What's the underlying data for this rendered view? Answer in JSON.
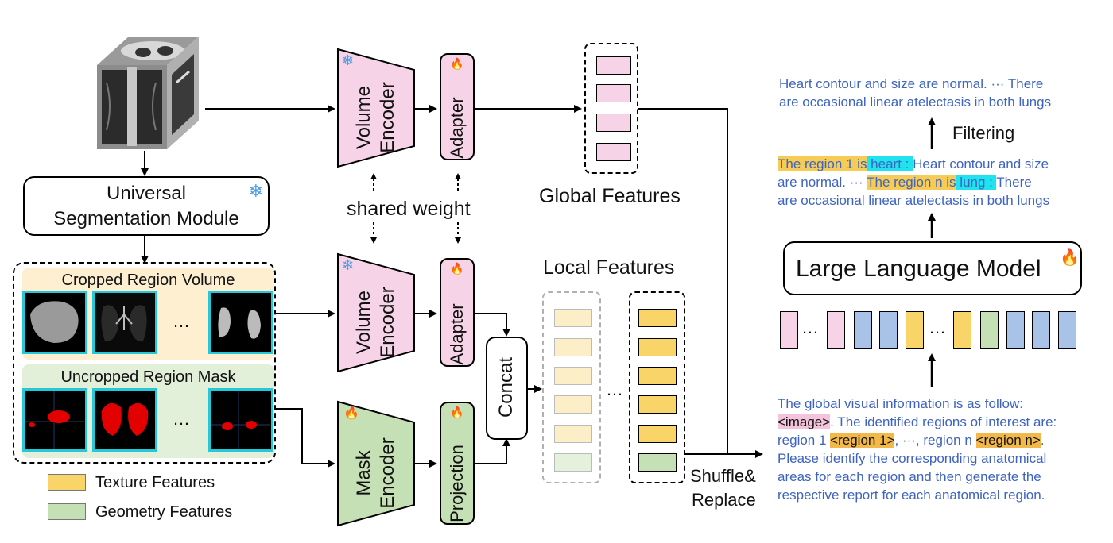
{
  "modules": {
    "usm_line1": "Universal",
    "usm_line2": "Segmentation Module",
    "volume_encoder": "Volume Encoder",
    "mask_encoder": "Mask Encoder",
    "adapter": "Adapter",
    "projection": "Projection",
    "concat": "Concat",
    "llm": "Large Language Model"
  },
  "labels": {
    "shared_weight": "shared weight",
    "global_features": "Global Features",
    "local_features": "Local Features",
    "cropped_region_volume": "Cropped Region Volume",
    "uncropped_region_mask": "Uncropped Region Mask",
    "ellipsis": "…",
    "shuffle_line1": "Shuffle&",
    "shuffle_line2": "Replace",
    "filtering": "Filtering"
  },
  "legend": {
    "texture": "Texture Features",
    "geometry": "Geometry Features"
  },
  "text_blocks": {
    "output_line1": "Heart contour and size are normal. ··· There",
    "output_line2": "are occasional linear atelectasis in both lungs",
    "mid_p1": "The region 1 is",
    "mid_heart": " heart : ",
    "mid_p2": "Heart contour and size",
    "mid_l2a": "are normal. ··· ",
    "mid_p3": "The region n is",
    "mid_lung": " lung : ",
    "mid_p4": "There",
    "mid_line3": "are occasional linear atelectasis in both lungs",
    "prompt_line1": "The global visual information is as follow:",
    "prompt_image": "<image>",
    "prompt_line2b": ". The identified regions of interest are:",
    "prompt_line3a": "region 1 ",
    "prompt_region1": "<region 1>",
    "prompt_line3b": ", ···, region n ",
    "prompt_regionn": "<region n>",
    "prompt_line3c": ".",
    "prompt_line4": "Please identify the corresponding anatomical",
    "prompt_line5": "areas for each region and then generate the",
    "prompt_line6": "respective report for each anatomical region."
  },
  "colors": {
    "pink": "#f6d3e6",
    "texture": "#f9d468",
    "geometry": "#c5e0b4",
    "blue_token": "#a9c2e8",
    "text_blue": "#3f64c0",
    "cyan_frame": "#23c9d9",
    "cropped_bg": "#fdefcf",
    "uncropped_bg": "#e2efd9",
    "fire": "#e8413a",
    "snow": "#4a9be0"
  },
  "icons": {
    "frozen": "snowflake-icon",
    "trainable": "fire-icon"
  }
}
